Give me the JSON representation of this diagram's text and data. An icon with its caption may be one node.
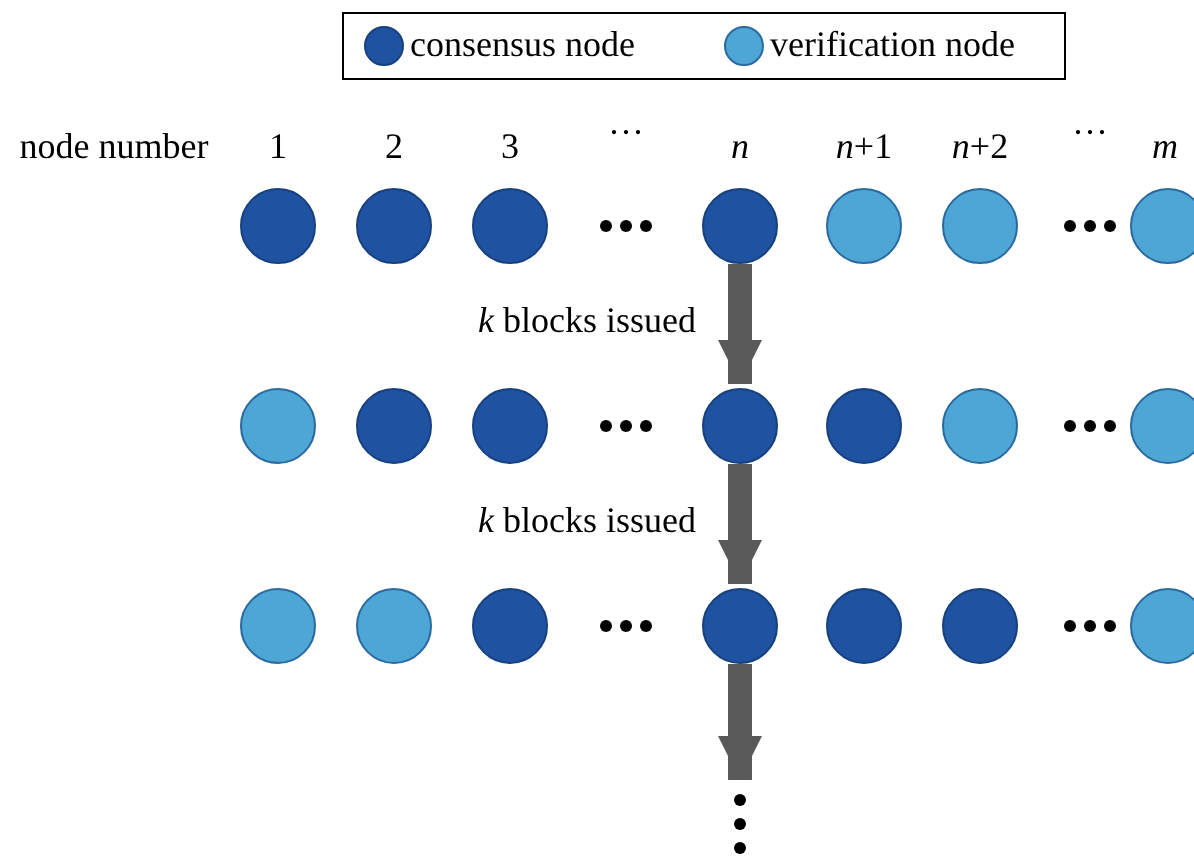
{
  "diagram": {
    "nodes": [
      {
        "text": [],
        "shape": "circle"
      },
      {
        "text": [],
        "shape": "circle"
      },
      {
        "text": [],
        "shape": "circle"
      },
      {
        "text": [],
        "shape": "circle"
      },
      {
        "text": [],
        "shape": "circle"
      },
      {
        "text": [],
        "shape": "circle"
      },
      {
        "text": [],
        "shape": "circle"
      },
      {
        "text": [],
        "shape": "circle"
      },
      {
        "text": [],
        "shape": "circle"
      },
      {
        "text": [],
        "shape": "circle"
      },
      {
        "text": [],
        "shape": "circle"
      },
      {
        "text": [],
        "shape": "circle"
      },
      {
        "text": [],
        "shape": "circle"
      },
      {
        "text": [],
        "shape": "circle"
      },
      {
        "text": [],
        "shape": "circle"
      },
      {
        "text": [],
        "shape": "circle"
      },
      {
        "text": [],
        "shape": "circle"
      },
      {
        "text": [],
        "shape": "circle"
      },
      {
        "text": [],
        "shape": "circle"
      },
      {
        "text": [],
        "shape": "circle"
      },
      {
        "text": [],
        "shape": "circle"
      }
    ],
    "edges": [
      {
        "from": 3,
        "to": 10,
        "arrow": "to",
        "label": "*k* blocks issued"
      },
      {
        "from": 10,
        "to": 17,
        "arrow": "to",
        "label": "*k* blocks issued"
      },
      {
        "from": 17,
        "to": null,
        "arrow": "to"
      }
    ],
    "labels": [
      "node number",
      "1",
      "2",
      "3",
      "···",
      "n",
      "*n*+1",
      "*n*+2",
      "···",
      "m"
    ],
    "legend": [
      {
        "text": "consensus node",
        "color": "#1f52a0"
      },
      {
        "text": "verification node",
        "color": "#4da6d4"
      }
    ]
  }
}
